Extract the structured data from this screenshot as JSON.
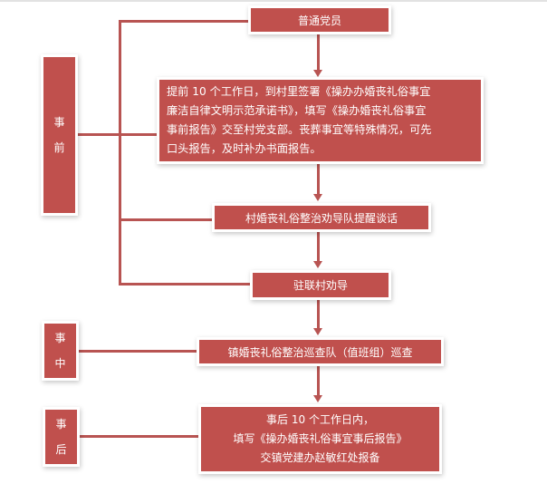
{
  "colors": {
    "box_fill": "#C0504D",
    "connector": "#B85452",
    "text": "#FFFFFF"
  },
  "phases": [
    {
      "label_chars": [
        "事",
        "前"
      ]
    },
    {
      "label_chars": [
        "事",
        "中"
      ]
    },
    {
      "label_chars": [
        "事",
        "后"
      ]
    }
  ],
  "steps": {
    "member": "普通党员",
    "pre_report": [
      "提前 10 个工作日，到村里签署《操办办婚丧礼俗事宜",
      "廉洁自律文明示范承诺书》，填写《操办婚丧礼俗事宜",
      "事前报告》交至村党支部。丧葬事宜等特殊情况，可先",
      "口头报告，及时补办书面报告。"
    ],
    "village_talk": "村婚丧礼俗整治劝导队提醒谈话",
    "village_guidance": "驻联村劝导",
    "town_patrol": "镇婚丧礼俗整治巡查队（值班组）巡查",
    "post_report": [
      "事后 10 个工作日内，",
      "填写《操办婚丧礼俗事宜事后报告》",
      "交镇党建办赵敏红处报备"
    ]
  }
}
